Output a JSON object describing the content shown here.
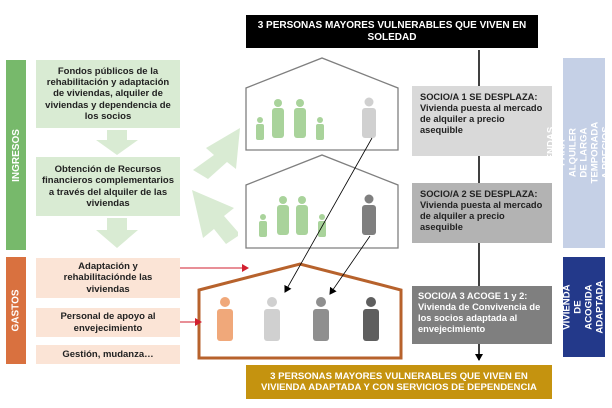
{
  "header": {
    "top": "3 PERSONAS MAYORES VULNERABLES QUE VIVEN EN SOLEDAD",
    "bottom": "3 PERSONAS MAYORES VULNERABLES QUE VIVEN EN VIVIENDA ADAPTADA Y CON SERVICIOS DE DEPENDENCIA"
  },
  "left": {
    "ingresos_label": "INGRESOS",
    "gastos_label": "GASTOS",
    "ingresos": [
      "Fondos públicos de la rehabilitación y adaptación de viviendas, alquiler de viviendas y dependencia de los socios",
      "Obtención de Recursos financieros complementarios a través del alquiler de las viviendas"
    ],
    "gastos": [
      "Adaptación y rehabilitaciónde las viviendas",
      "Personal de apoyo al envejecimiento",
      "Gestión, mudanza…"
    ]
  },
  "socios": [
    {
      "title": "SOCIO/A 1 SE DESPLAZA:",
      "body": "Vivienda puesta al mercado de alquiler a precio asequible"
    },
    {
      "title": "SOCIO/A 2 SE DESPLAZA:",
      "body": "Vivienda puesta al mercado de alquiler a precio asequible"
    },
    {
      "title": "SOCIO/A 3 ACOGE 1 y 2:",
      "body": "Vivienda de Convivencia de los socios adaptada al envejecimiento"
    }
  ],
  "right": {
    "alquiler": "VIVIENDAS PARA ALQUILER DE LARGA TEMPORADA A PRECIOS ASEQUIBLES",
    "acogida": "VIVIENDA DE ACOGIDA ADAPTADA"
  },
  "colors": {
    "green_dark": "#77b96b",
    "green_light": "#d9ebd3",
    "green_family": "#a9d39b",
    "orange_bar": "#d9713f",
    "orange_light": "#fbe4d6",
    "house_brown": "#b7622c",
    "blue_bar": "#c5d0e6",
    "navy_bar": "#23398a",
    "gold": "#c5930f",
    "gray_box": "#d9d9d9",
    "gray_mid": "#b3b3b3",
    "gray_dark": "#7f7f7f",
    "red_arrow": "#d21f2f"
  },
  "icons": [
    "family-icon",
    "person-icon",
    "arrow-icon"
  ]
}
